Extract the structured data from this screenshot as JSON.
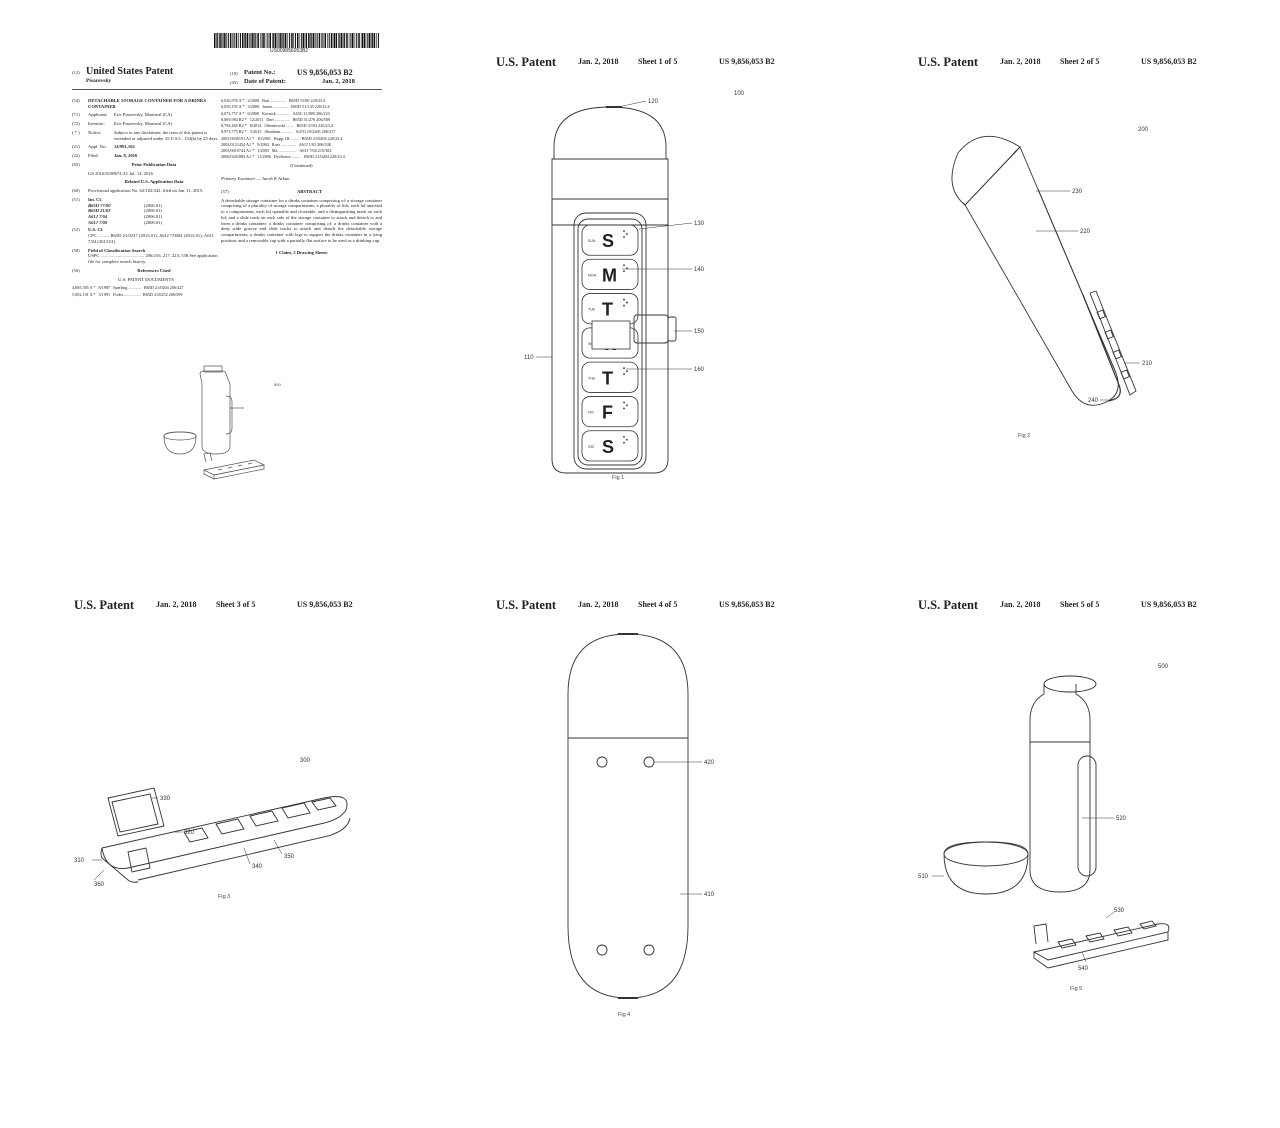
{
  "front": {
    "barcode_number": "US009856053B2",
    "left_code_12": "(12)",
    "country_title": "United States Patent",
    "inventor_surname": "Pisarevsky",
    "patent_no_code": "(10)",
    "patent_no_label": "Patent No.:",
    "patent_no": "US 9,856,053 B2",
    "date_code": "(45)",
    "date_label": "Date of Patent:",
    "date_value": "Jan. 2, 2018",
    "entries": [
      {
        "code": "(54)",
        "label": "",
        "text": "DETACHABLE STORAGE CONTAINER FOR A DRINKS CONTAINER",
        "bold": true
      },
      {
        "code": "(71)",
        "label": "Applicant:",
        "text": "Eric Pisarevsky, Montreal (CA)",
        "bold": false
      },
      {
        "code": "(72)",
        "label": "Inventor:",
        "text": "Eric Pisarevsky, Montreal (CA)",
        "bold": false
      },
      {
        "code": "( * )",
        "label": "Notice:",
        "text": "Subject to any disclaimer, the term of this patent is extended or adjusted under 35 U.S.C. 154(b) by 25 days.",
        "bold": false
      },
      {
        "code": "(21)",
        "label": "Appl. No.:",
        "text": "14/991,162",
        "bold": false
      },
      {
        "code": "(22)",
        "label": "Filed:",
        "text": "Jan. 8, 2016",
        "bold": false
      }
    ],
    "prior_pub_code": "(65)",
    "prior_pub_heading": "Prior Publication Data",
    "prior_pub_line": "US 2016/0198674 A1     Jul. 14, 2016",
    "related_heading": "Related U.S. Application Data",
    "related_code": "(60)",
    "related_text": "Provisional application No. 62/102,042, filed on Jan. 11, 2015.",
    "intcl_code": "(51)",
    "intcl_heading": "Int. Cl.",
    "intcl_items": [
      {
        "cls": "B65D 77/00",
        "year": "(2006.01)"
      },
      {
        "cls": "B65D 21/02",
        "year": "(2006.01)"
      },
      {
        "cls": "A61J 7/04",
        "year": "(2006.01)"
      },
      {
        "cls": "A61J 7/00",
        "year": "(2006.01)"
      }
    ],
    "uscl_code": "(52)",
    "uscl_heading": "U.S. Cl.",
    "uscl_text": "CPC .......... B65D 21/0237 (2013.01); A61J 7/0084 (2013.01); A61J 7/04 (2013.01)",
    "field_code": "(58)",
    "field_heading": "Field of Classification Search",
    "field_text": "USPC ...................................... 206/216, 217, 223; 538 See application file for complete search history.",
    "refs_code": "(56)",
    "refs_heading": "References Cited",
    "refs_sub": "U.S. PATENT DOCUMENTS",
    "left_refs": [
      {
        "no": "4,685,585 A *",
        "date": "8/1987",
        "name": "Sperling ............",
        "cls": "B65D 21/0204 206/427"
      },
      {
        "no": "5,002,191 A *",
        "date": "3/1991",
        "name": "Fodor ...............",
        "cls": "B65D 21/0252 206/509"
      }
    ],
    "right_refs": [
      {
        "no": "6,026,976 A *",
        "date": "2/2000",
        "name": "Batt ...............",
        "cls": "B65D 15/00 220/23.4"
      },
      {
        "no": "6,039,195 A *",
        "date": "3/2000",
        "name": "James ..............",
        "cls": "B65D 51/145 220/23.4"
      },
      {
        "no": "6,073,757 A *",
        "date": "6/2000",
        "name": "Kornick ............",
        "cls": "A45C 11/005 206/223"
      },
      {
        "no": "8,069,984 B2 *",
        "date": "12/2011",
        "name": "Dart ..............",
        "cls": "B65D 51/276 206/509"
      },
      {
        "no": "8,794,465 B2 *",
        "date": "8/2014",
        "name": "Olesniewski .......",
        "cls": "B65D 3/103 220/23.4"
      },
      {
        "no": "8,973,775 B2 *",
        "date": "3/2015",
        "name": "Shoaham ...........",
        "cls": "A47G 19/2205 206/217"
      },
      {
        "no": "2001/0030191 A1 *",
        "date": "10/2001",
        "name": "Bopp, III ........",
        "cls": "B65D 21/0204 220/23.4"
      },
      {
        "no": "2002/0121454 A1 *",
        "date": "9/2002",
        "name": "Ross ..............",
        "cls": "A61J 1/03 206/538"
      },
      {
        "no": "2003/0010744 A1 *",
        "date": "1/2003",
        "name": "Ma .................",
        "cls": "A61J 7/04 215/382"
      },
      {
        "no": "2006/0201883 A1 *",
        "date": "11/2006",
        "name": "Dyehouse .........",
        "cls": "B65D 21/0204 220/23.4"
      }
    ],
    "continued": "(Continued)",
    "examiner": "Primary Examiner — Jacob K Ackun",
    "abstract_code": "(57)",
    "abstract_heading": "ABSTRACT",
    "abstract_text": "A detachable storage container for a drinks container comprising of: a storage container comprising of a plurality of storage compartments; a plurality of lids, each lid attached to a compartment, each lid openable and closeable, and a distinguishing mark on each lid; and a slide track on each side of the storage container to attach and detach to and from a drinks container; a drinks container comprising of: a drinks container with a deep wide groove and slide tracks to attach and detach the detachable storage compartments; a drinks container with legs to support the drinks container in a lying position; and a removable cap with a partially flat surface to be used as a drinking cup.",
    "claims_line": "1 Claim, 5 Drawing Sheets",
    "fig_ref_label": "500"
  },
  "sheets": [
    {
      "title": "U.S. Patent",
      "date": "Jan. 2, 2018",
      "sheet": "Sheet 1 of 5",
      "number": "US 9,856,053 B2"
    },
    {
      "title": "U.S. Patent",
      "date": "Jan. 2, 2018",
      "sheet": "Sheet 2 of 5",
      "number": "US 9,856,053 B2"
    },
    {
      "title": "U.S. Patent",
      "date": "Jan. 2, 2018",
      "sheet": "Sheet 3 of 5",
      "number": "US 9,856,053 B2"
    },
    {
      "title": "U.S. Patent",
      "date": "Jan. 2, 2018",
      "sheet": "Sheet 4 of 5",
      "number": "US 9,856,053 B2"
    },
    {
      "title": "U.S. Patent",
      "date": "Jan. 2, 2018",
      "sheet": "Sheet 5 of 5",
      "number": "US 9,856,053 B2"
    }
  ],
  "fig1": {
    "caption": "Fig 1",
    "labels": {
      "l100": "100",
      "l120": "120",
      "l130": "130",
      "l140": "140",
      "l150": "150",
      "l160": "160",
      "l110": "110"
    },
    "day_letters": [
      "S",
      "M",
      "T",
      "W",
      "T",
      "F",
      "S"
    ],
    "day_words": [
      "SUN",
      "MON",
      "TUE",
      "WED",
      "THU",
      "FRI",
      "SAT"
    ]
  },
  "fig2": {
    "caption": "Fig 2",
    "labels": {
      "l200": "200",
      "l230": "230",
      "l220": "220",
      "l210": "210",
      "l240": "240"
    }
  },
  "fig3": {
    "caption": "Fig 3",
    "labels": {
      "l300": "300",
      "l330": "330",
      "l320": "320",
      "l310": "310",
      "l340": "340",
      "l350": "350",
      "l360": "360"
    }
  },
  "fig4": {
    "caption": "Fig 4",
    "labels": {
      "l420": "420",
      "l410": "410"
    }
  },
  "fig5": {
    "caption": "Fig 5",
    "labels": {
      "l500": "500",
      "l520": "520",
      "l510": "510",
      "l530": "530",
      "l540": "540"
    }
  }
}
